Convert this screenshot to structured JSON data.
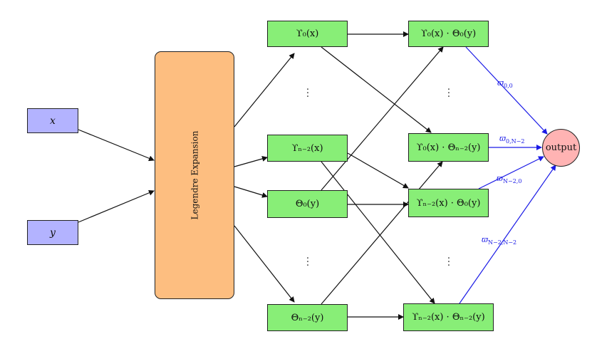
{
  "inputs": {
    "x": "x",
    "y": "y"
  },
  "expansion_label": "Legendre Expansion",
  "basis": {
    "u0": "ϒ₀(x)",
    "uN2": "ϒₙ₋₂(x)",
    "t0": "Θ₀(y)",
    "tN2": "Θₙ₋₂(y)"
  },
  "products": {
    "p00": "ϒ₀(x) · Θ₀(y)",
    "p0N": "ϒ₀(x) · Θₙ₋₂(y)",
    "pN0": "ϒₙ₋₂(x) · Θ₀(y)",
    "pNN": "ϒₙ₋₂(x) · Θₙ₋₂(y)"
  },
  "output_label": "output",
  "weights": {
    "w00": {
      "sym": "ϖ",
      "sub": "0,0"
    },
    "w0N": {
      "sym": "ϖ",
      "sub": "0,N−2"
    },
    "wN0": {
      "sym": "ϖ",
      "sub": "N−2,0"
    },
    "wNN": {
      "sym": "ϖ",
      "sub": "N−2,N−2"
    }
  },
  "colors": {
    "input": "#b3b3ff",
    "expansion": "#fdbe80",
    "basis": "#88ee77",
    "output": "#ffb3b3",
    "weight_edge": "#1a1ae6",
    "edge": "#111111"
  }
}
